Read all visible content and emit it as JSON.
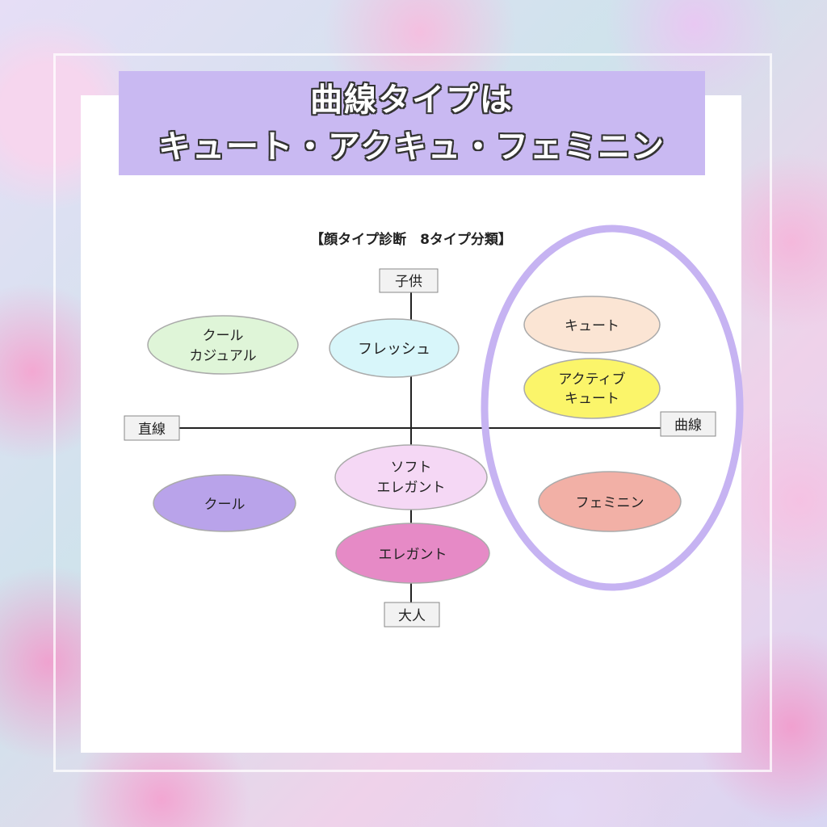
{
  "banner": {
    "line1": "曲線タイプは",
    "line2": "キュート・アクキュ・フェミニン"
  },
  "diagram": {
    "title": "【顔タイプ診断　8タイプ分類】",
    "axes": {
      "top": "子供",
      "bottom": "大人",
      "left": "直線",
      "right": "曲線"
    },
    "types": {
      "cool_casual": [
        "クール",
        "カジュアル"
      ],
      "fresh": [
        "フレッシュ"
      ],
      "cute": [
        "キュート"
      ],
      "active_cute": [
        "アクティブ",
        "キュート"
      ],
      "soft_elegant": [
        "ソフト",
        "エレガント"
      ],
      "cool": [
        "クール"
      ],
      "feminine": [
        "フェミニン"
      ],
      "elegant": [
        "エレガント"
      ]
    },
    "colors": {
      "highlight": "#c6b3f2",
      "cute": "#fbe5d4",
      "active_cute": "#fbf56a",
      "feminine": "#f2b0a6"
    }
  }
}
